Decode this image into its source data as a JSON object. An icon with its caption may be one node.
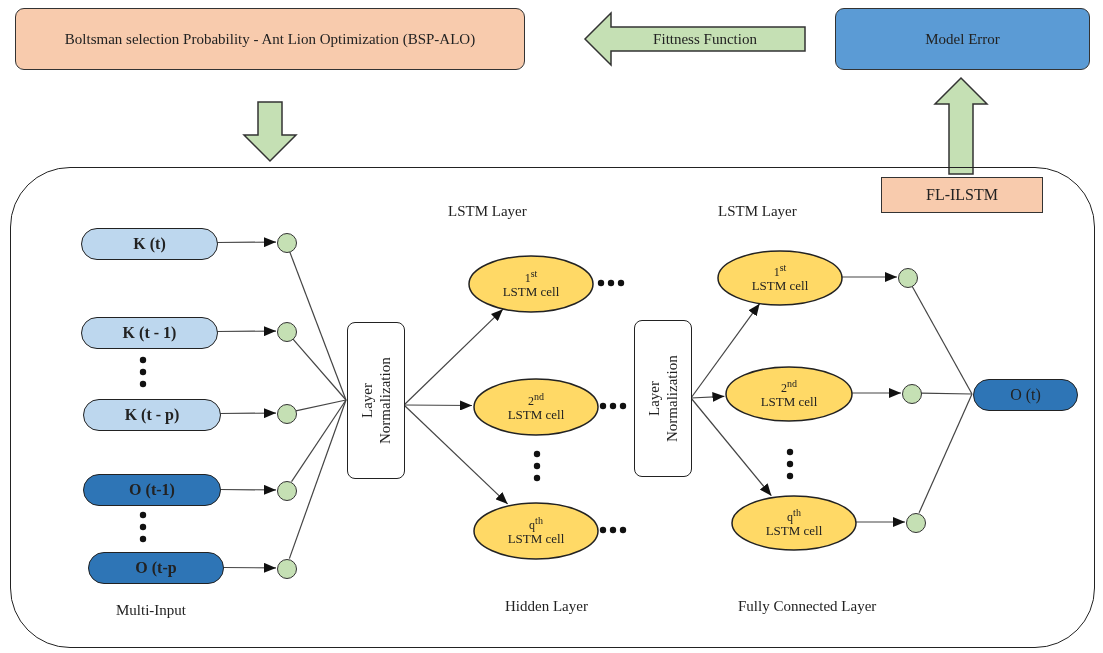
{
  "diagram": {
    "nodes": [
      {
        "text": [
          "Boltsman selection Probability - Ant Lion Optimization (BSP-ALO)"
        ]
      },
      {
        "text": [
          "Model Error"
        ]
      },
      {
        "text": [],
        "shape": "box"
      },
      {
        "text": [
          "FL-ILSTM"
        ],
        "in": 2
      },
      {
        "text": [
          "K (t)"
        ],
        "in": 2
      },
      {
        "text": [
          "K (t - 1)"
        ],
        "in": 2
      },
      {
        "text": [
          "K (t - p)"
        ],
        "in": 2
      },
      {
        "text": [
          "O (t-1)"
        ],
        "in": 2
      },
      {
        "text": [
          "O (t-p"
        ],
        "in": 2
      },
      {
        "text": [],
        "shape": "circle",
        "in": 2
      },
      {
        "text": [],
        "shape": "circle",
        "in": 2
      },
      {
        "text": [],
        "shape": "circle",
        "in": 2
      },
      {
        "text": [],
        "shape": "circle",
        "in": 2
      },
      {
        "text": [],
        "shape": "circle",
        "in": 2
      },
      {
        "text": [
          "Layer Normalization"
        ],
        "in": 2
      },
      {
        "text": [
          "1$^{st}$",
          "LSTM cell"
        ],
        "in": 2
      },
      {
        "text": [
          "2$^{nd}$",
          "LSTM cell"
        ],
        "in": 2
      },
      {
        "text": [
          "q$^{th}$",
          "LSTM cell"
        ],
        "in": 2
      },
      {
        "text": [
          "Layer Normalization"
        ],
        "in": 2
      },
      {
        "text": [
          "1$^{st}$",
          "LSTM cell"
        ],
        "in": 2
      },
      {
        "text": [
          "2$^{nd}$",
          "LSTM cell"
        ],
        "in": 2
      },
      {
        "text": [
          "q$^{th}$",
          "LSTM cell"
        ],
        "in": 2
      },
      {
        "text": [],
        "shape": "circle",
        "in": 2
      },
      {
        "text": [],
        "shape": "circle",
        "in": 2
      },
      {
        "text": [],
        "shape": "circle",
        "in": 2
      },
      {
        "text": [
          "O (t)"
        ],
        "in": 2
      }
    ],
    "edges": [
      {
        "from": 0,
        "to": 2,
        "arrow": "to",
        "style": "thick"
      },
      {
        "from": 3,
        "to": 1,
        "arrow": "to",
        "style": "thick"
      },
      {
        "from": 1,
        "to": 0,
        "arrow": "to",
        "style": "thick",
        "label": "Fittness Function"
      },
      {
        "from": 4,
        "to": 9,
        "arrow": "to"
      },
      {
        "from": 5,
        "to": 10,
        "arrow": "to"
      },
      {
        "from": 6,
        "to": 11,
        "arrow": "to"
      },
      {
        "from": 7,
        "to": 12,
        "arrow": "to"
      },
      {
        "from": 8,
        "to": 13,
        "arrow": "to"
      },
      {
        "from": 9,
        "to": 14,
        "arrow": "none"
      },
      {
        "from": 10,
        "to": 14,
        "arrow": "none"
      },
      {
        "from": 11,
        "to": 14,
        "arrow": "none"
      },
      {
        "from": 12,
        "to": 14,
        "arrow": "none"
      },
      {
        "from": 13,
        "to": 14,
        "arrow": "none"
      },
      {
        "from": 14,
        "to": 15,
        "arrow": "to"
      },
      {
        "from": 14,
        "to": 16,
        "arrow": "to"
      },
      {
        "from": 14,
        "to": 17,
        "arrow": "to"
      },
      {
        "from": 18,
        "to": 19,
        "arrow": "to"
      },
      {
        "from": 18,
        "to": 20,
        "arrow": "to"
      },
      {
        "from": 18,
        "to": 21,
        "arrow": "to"
      },
      {
        "from": 19,
        "to": 22,
        "arrow": "to"
      },
      {
        "from": 20,
        "to": 23,
        "arrow": "to"
      },
      {
        "from": 21,
        "to": 24,
        "arrow": "to"
      },
      {
        "from": 22,
        "to": 25,
        "arrow": "none"
      },
      {
        "from": 23,
        "to": 25,
        "arrow": "none"
      },
      {
        "from": 24,
        "to": 25,
        "arrow": "none"
      }
    ],
    "labels": [
      "LSTM Layer",
      "LSTM Layer",
      "Multi-Input",
      "Hidden Layer",
      "Fully Connected Layer"
    ]
  }
}
